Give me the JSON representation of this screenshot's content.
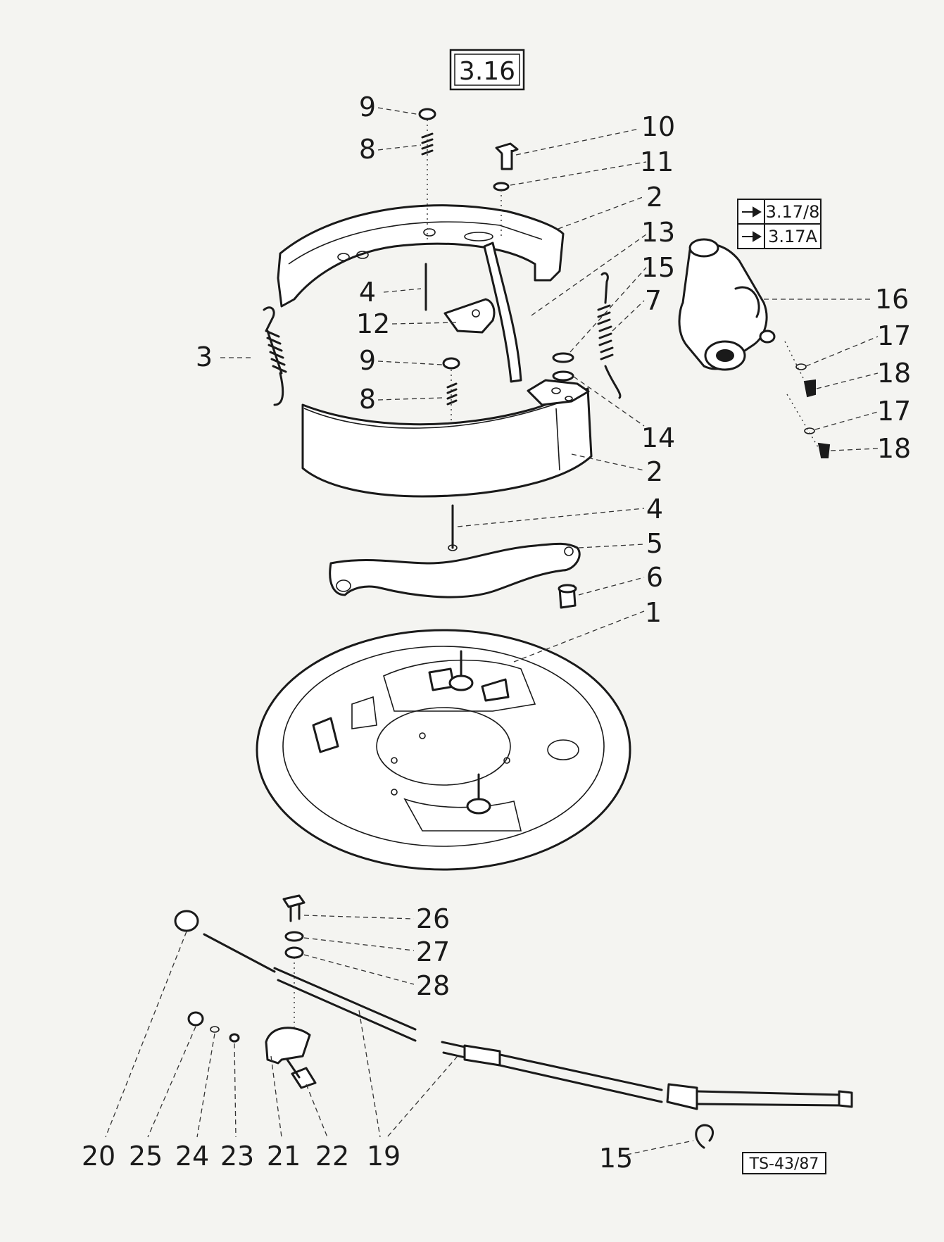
{
  "diagram": {
    "section_number": "3.16",
    "cross_references": [
      "3.17/8",
      "3.17A"
    ],
    "drawing_code": "TS-43/87",
    "callouts": [
      {
        "id": "c9a",
        "text": "9"
      },
      {
        "id": "c8a",
        "text": "8"
      },
      {
        "id": "c10",
        "text": "10"
      },
      {
        "id": "c11",
        "text": "11"
      },
      {
        "id": "c2a",
        "text": "2"
      },
      {
        "id": "c13",
        "text": "13"
      },
      {
        "id": "c15a",
        "text": "15"
      },
      {
        "id": "c7",
        "text": "7"
      },
      {
        "id": "c4a",
        "text": "4"
      },
      {
        "id": "c12",
        "text": "12"
      },
      {
        "id": "c3",
        "text": "3"
      },
      {
        "id": "c9b",
        "text": "9"
      },
      {
        "id": "c8b",
        "text": "8"
      },
      {
        "id": "c14",
        "text": "14"
      },
      {
        "id": "c2b",
        "text": "2"
      },
      {
        "id": "c4b",
        "text": "4"
      },
      {
        "id": "c5",
        "text": "5"
      },
      {
        "id": "c6",
        "text": "6"
      },
      {
        "id": "c1",
        "text": "1"
      },
      {
        "id": "c16",
        "text": "16"
      },
      {
        "id": "c17a",
        "text": "17"
      },
      {
        "id": "c18a",
        "text": "18"
      },
      {
        "id": "c17b",
        "text": "17"
      },
      {
        "id": "c18b",
        "text": "18"
      },
      {
        "id": "c26",
        "text": "26"
      },
      {
        "id": "c27",
        "text": "27"
      },
      {
        "id": "c28",
        "text": "28"
      },
      {
        "id": "c20",
        "text": "20"
      },
      {
        "id": "c25",
        "text": "25"
      },
      {
        "id": "c24",
        "text": "24"
      },
      {
        "id": "c23",
        "text": "23"
      },
      {
        "id": "c21",
        "text": "21"
      },
      {
        "id": "c22",
        "text": "22"
      },
      {
        "id": "c19",
        "text": "19"
      },
      {
        "id": "c15b",
        "text": "15"
      }
    ]
  }
}
